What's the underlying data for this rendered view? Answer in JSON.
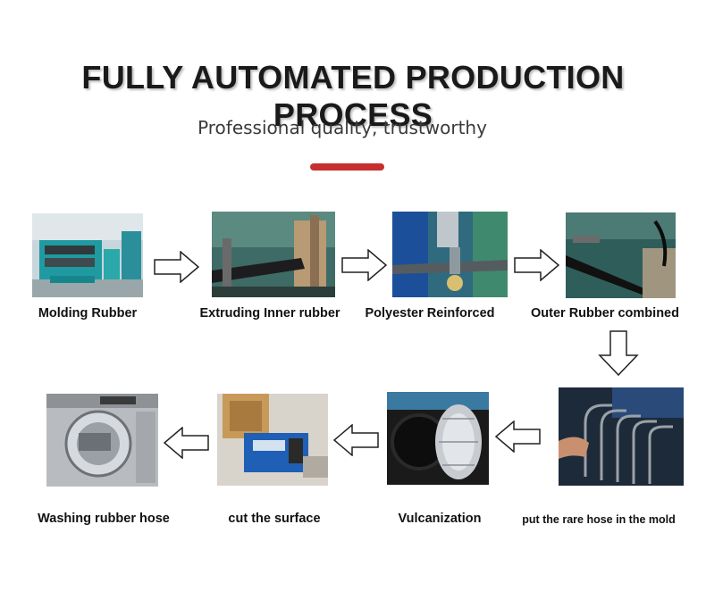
{
  "header": {
    "title": "FULLY AUTOMATED PRODUCTION PROCESS",
    "subtitle": "Professional quality, trustworthy",
    "accent_color": "#c62f2f"
  },
  "steps": [
    {
      "label": "Molding Rubber",
      "image": "rubber-mixing-mill-photo"
    },
    {
      "label": "Extruding Inner rubber",
      "image": "extruder-photo"
    },
    {
      "label": "Polyester Reinforced",
      "image": "braiding-machine-photo"
    },
    {
      "label": "Outer Rubber combined",
      "image": "outer-extrusion-photo"
    },
    {
      "label": "put the rare hose in the mold",
      "image": "hose-mold-photo"
    },
    {
      "label": "Vulcanization",
      "image": "vulcanization-tank-photo"
    },
    {
      "label": "cut the surface",
      "image": "cutting-machine-photo"
    },
    {
      "label": "Washing rubber hose",
      "image": "washing-machine-photo"
    }
  ]
}
